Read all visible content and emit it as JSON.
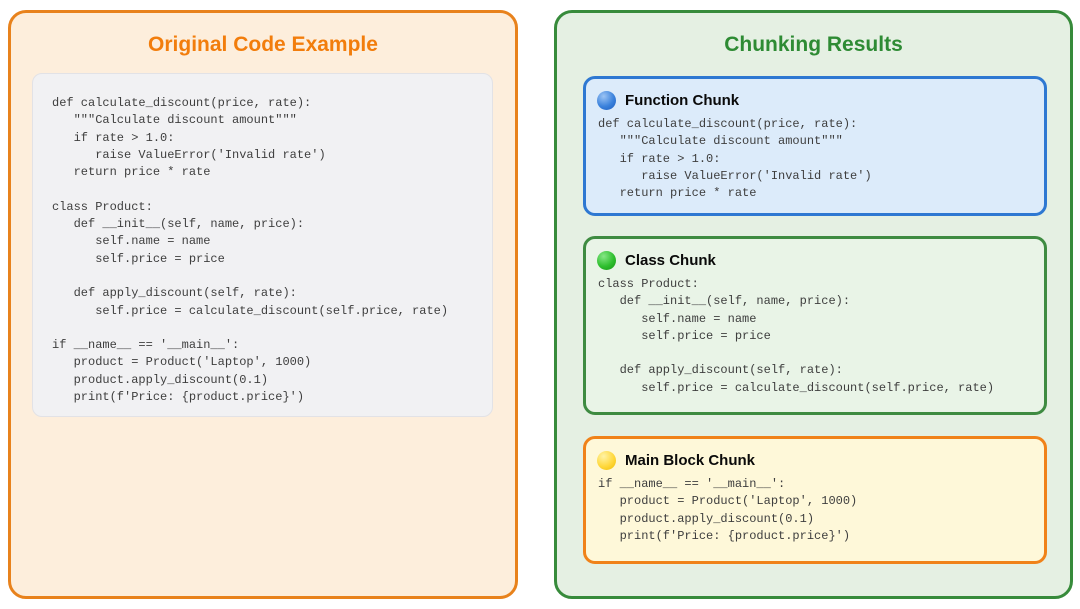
{
  "left_panel": {
    "title": "Original Code Example",
    "code": "def calculate_discount(price, rate):\n   \"\"\"Calculate discount amount\"\"\"\n   if rate > 1.0:\n      raise ValueError('Invalid rate')\n   return price * rate\n\nclass Product:\n   def __init__(self, name, price):\n      self.name = name\n      self.price = price\n\n   def apply_discount(self, rate):\n      self.price = calculate_discount(self.price, rate)\n\nif __name__ == '__main__':\n   product = Product('Laptop', 1000)\n   product.apply_discount(0.1)\n   print(f'Price: {product.price}')"
  },
  "right_panel": {
    "title": "Chunking Results",
    "chunks": [
      {
        "label": "Function Chunk",
        "icon": "blue-sphere",
        "accent_color": "#2E78D2",
        "background_color": "#DCEBFA",
        "code": "def calculate_discount(price, rate):\n   \"\"\"Calculate discount amount\"\"\"\n   if rate > 1.0:\n      raise ValueError('Invalid rate')\n   return price * rate"
      },
      {
        "label": "Class Chunk",
        "icon": "green-sphere",
        "accent_color": "#3E8B41",
        "background_color": "#E9F4E7",
        "code": "class Product:\n   def __init__(self, name, price):\n      self.name = name\n      self.price = price\n\n   def apply_discount(self, rate):\n      self.price = calculate_discount(self.price, rate)"
      },
      {
        "label": "Main Block Chunk",
        "icon": "yellow-sphere",
        "accent_color": "#F08219",
        "background_color": "#FEF8D9",
        "code": "if __name__ == '__main__':\n   product = Product('Laptop', 1000)\n   product.apply_discount(0.1)\n   print(f'Price: {product.price}')"
      }
    ]
  },
  "colors": {
    "left_accent": "#E8821C",
    "left_title": "#F27D0C",
    "left_background": "#FDEEDC",
    "code_box_background": "#F1F1F3",
    "right_accent": "#378B3B",
    "right_title": "#2E8B34",
    "right_background": "#E5F0E3"
  }
}
